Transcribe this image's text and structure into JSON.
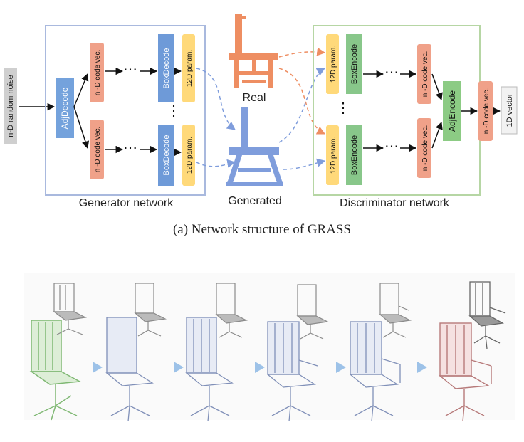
{
  "diagram": {
    "input_label": "n-D random noise",
    "adj_decode": "AdjDecode",
    "code_vec": "n -D code vec.",
    "box_decode": "BoxDecode",
    "param": "12D param.",
    "box_encode": "BoxEncode",
    "adj_encode": "AdjEncode",
    "output_label": "1D vector",
    "real_label": "Real",
    "generated_label": "Generated",
    "generator_label": "Generator network",
    "discriminator_label": "Discriminator network",
    "ellipsis": "⋯",
    "vellipsis": "⋮"
  },
  "caption": "(a)  Network structure of GRASS",
  "colors": {
    "generator_frame": "#a9b9de",
    "discriminator_frame": "#b6d6a4",
    "adj_decode_fill": "#74a2dc",
    "code_vec_fill": "#f0a189",
    "box_decode_fill": "#6e9ad8",
    "param_fill": "#ffd97a",
    "box_encode_fill": "#88c78a",
    "adj_encode_fill": "#8ccb84",
    "noise_fill": "#cfcfcf",
    "real_chair": "#ee8e62",
    "generated_chair": "#7f9ddc",
    "chair_green": "#9ed492",
    "chair_red": "#e8a4a4",
    "arrow_blue": "#9dc2e8"
  }
}
